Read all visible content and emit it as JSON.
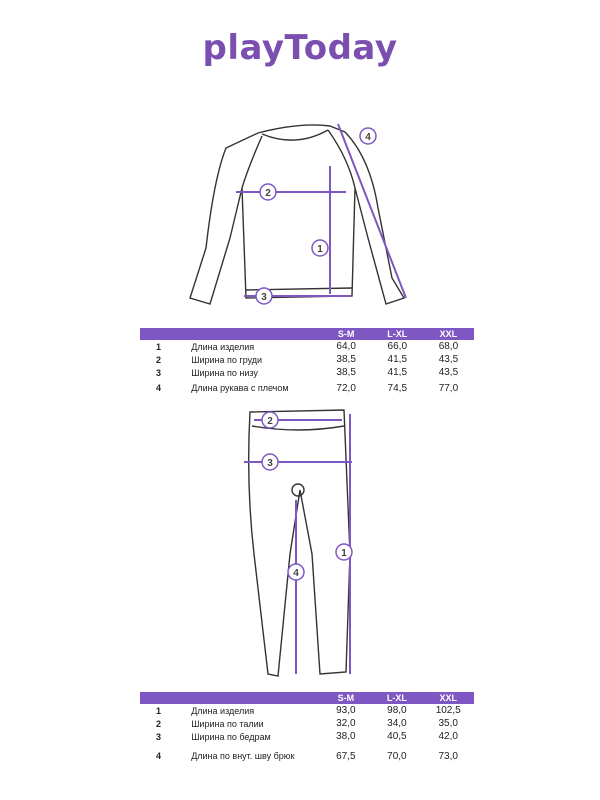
{
  "brand": {
    "logo_text": "playToday",
    "accent_color": "#7e57c2"
  },
  "top": {
    "markers": [
      "1",
      "2",
      "3",
      "4"
    ],
    "table": {
      "columns": [
        "S-M",
        "L-XL",
        "XXL"
      ],
      "rows": [
        {
          "num": "1",
          "label": "Длина изделия",
          "values": [
            "64,0",
            "66,0",
            "68,0"
          ]
        },
        {
          "num": "2",
          "label": "Ширина по груди",
          "values": [
            "38,5",
            "41,5",
            "43,5"
          ]
        },
        {
          "num": "3",
          "label": "Ширина по низу",
          "values": [
            "38,5",
            "41,5",
            "43,5"
          ]
        },
        {
          "num": "4",
          "label": "Длина рукава с плечом",
          "values": [
            "72,0",
            "74,5",
            "77,0"
          ]
        }
      ]
    }
  },
  "bottom": {
    "markers": [
      "1",
      "2",
      "3",
      "4"
    ],
    "table": {
      "columns": [
        "S-M",
        "L-XL",
        "XXL"
      ],
      "rows": [
        {
          "num": "1",
          "label": "Длина изделия",
          "values": [
            "93,0",
            "98,0",
            "102,5"
          ]
        },
        {
          "num": "2",
          "label": "Ширина по талии",
          "values": [
            "32,0",
            "34,0",
            "35,0"
          ]
        },
        {
          "num": "3",
          "label": "Ширина по бедрам",
          "values": [
            "38,0",
            "40,5",
            "42,0"
          ]
        },
        {
          "num": "4",
          "label": "Длина по внут. шву брюк",
          "values": [
            "67,5",
            "70,0",
            "73,0"
          ]
        }
      ]
    }
  }
}
